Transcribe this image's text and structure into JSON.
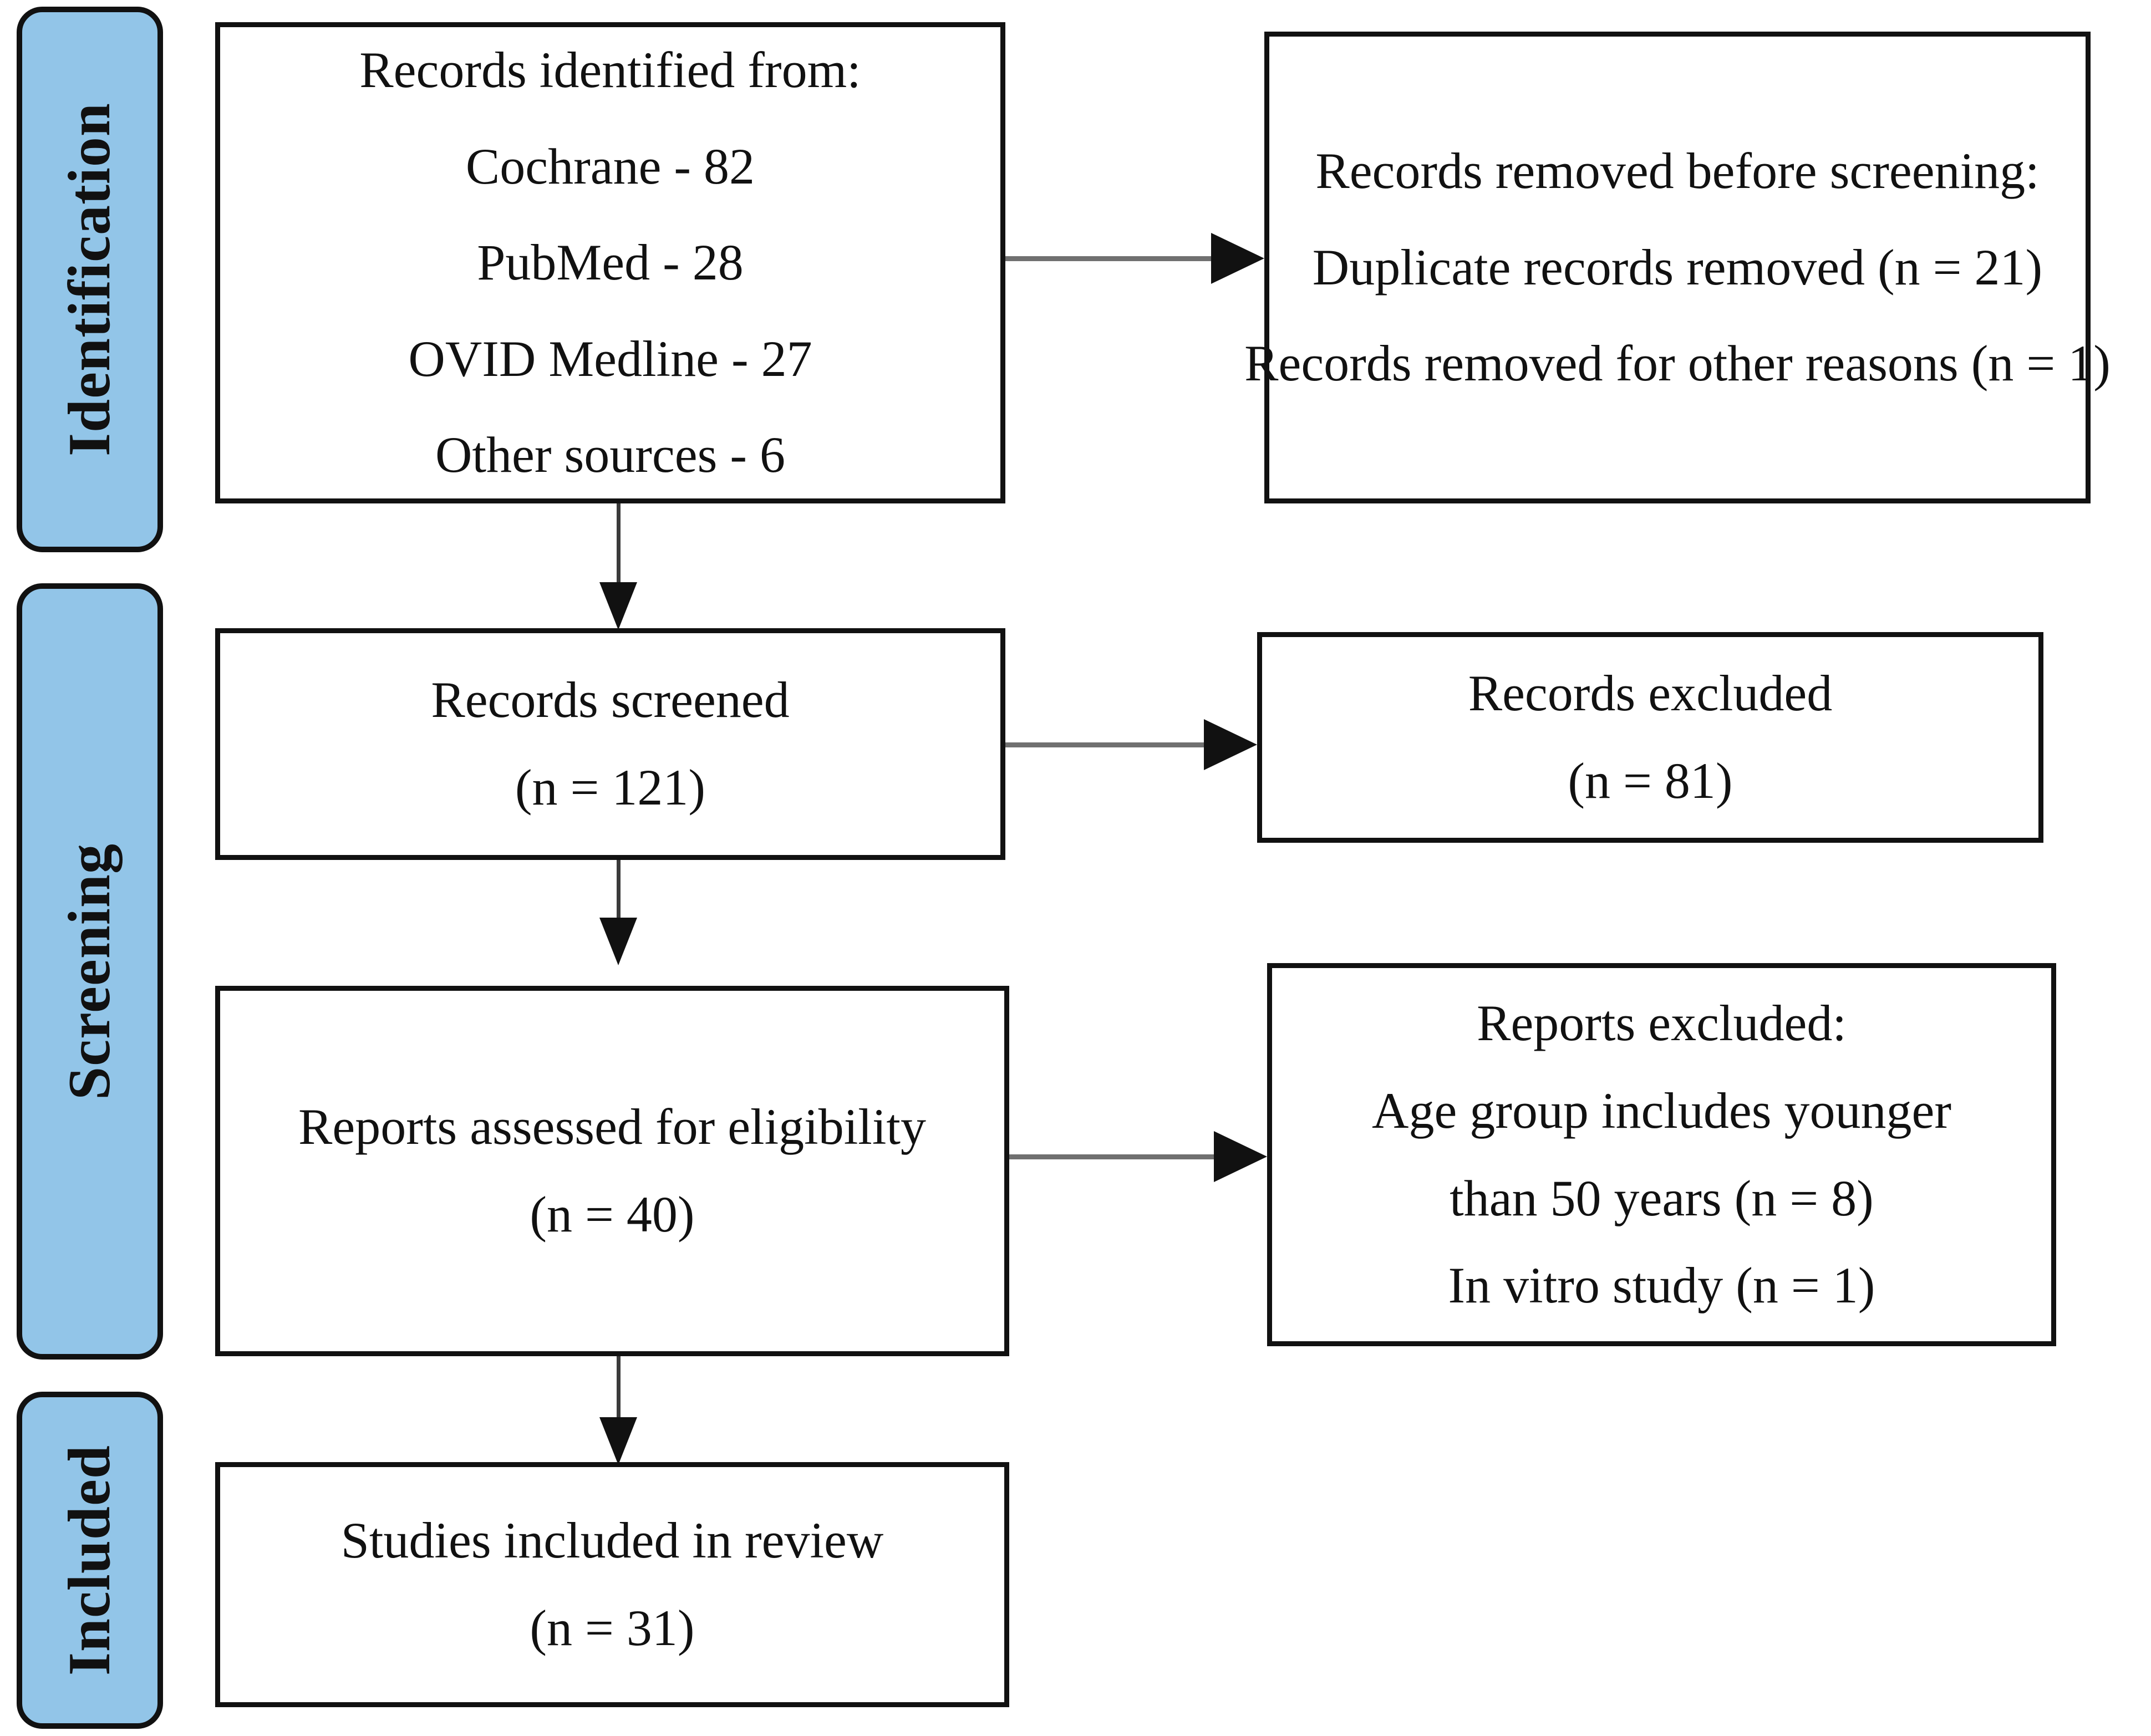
{
  "diagram": {
    "type": "prisma-flow-diagram",
    "accent_color": "#92c5e8",
    "line_color": "#111111",
    "background_color": "#ffffff",
    "stages": [
      {
        "id": "identification",
        "label": "Identification"
      },
      {
        "id": "screening",
        "label": "Screening"
      },
      {
        "id": "included",
        "label": "Included"
      }
    ],
    "boxes": {
      "records_identified": {
        "lines": [
          "Records identified from:",
          "Cochrane - 82",
          "PubMed - 28",
          "OVID Medline - 27",
          "Other sources - 6"
        ]
      },
      "records_removed": {
        "lines": [
          "Records removed before screening:",
          "Duplicate records removed (n = 21)",
          "Records removed for other reasons (n = 1)"
        ]
      },
      "records_screened": {
        "lines": [
          "Records screened",
          "(n = 121)"
        ]
      },
      "records_excluded": {
        "lines": [
          "Records excluded",
          "(n = 81)"
        ]
      },
      "reports_assessed": {
        "lines": [
          "Reports assessed for eligibility",
          "(n = 40)"
        ]
      },
      "reports_excluded": {
        "lines": [
          "Reports excluded:",
          "Age group includes younger",
          "than 50 years (n = 8)",
          "In vitro study (n = 1)"
        ]
      },
      "studies_included": {
        "lines": [
          "Studies included in review",
          "(n = 31)"
        ]
      }
    },
    "counts": {
      "cochrane": 82,
      "pubmed": 28,
      "ovid_medline": 27,
      "other_sources": 6,
      "duplicate_records_removed": 21,
      "records_removed_other_reasons": 1,
      "records_screened": 121,
      "records_excluded": 81,
      "reports_assessed": 40,
      "reports_excluded_age_group": 8,
      "reports_excluded_in_vitro": 1,
      "studies_included": 31
    }
  }
}
